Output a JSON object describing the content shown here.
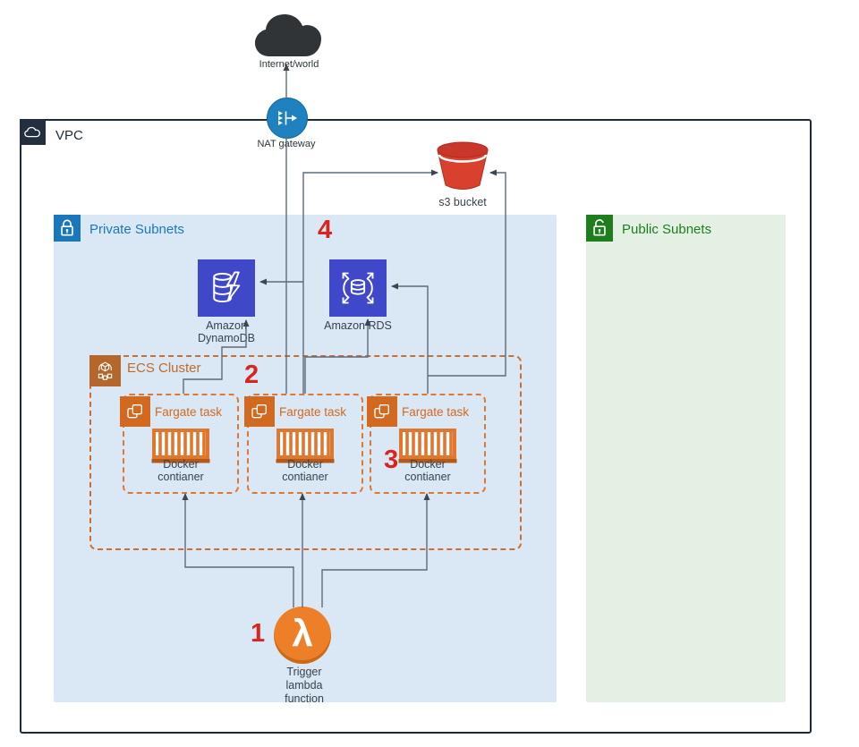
{
  "diagram": {
    "internet_label": "Internet/world",
    "nat_label": "NAT gateway",
    "vpc_label": "VPC",
    "s3_label": "s3 bucket",
    "private_subnets_label": "Private Subnets",
    "public_subnets_label": "Public Subnets",
    "dynamodb_label_line1": "Amazon",
    "dynamodb_label_line2": "DynamoDB",
    "rds_label": "Amazon RDS",
    "ecs_cluster_label": "ECS Cluster",
    "fargate_tasks": [
      {
        "title": "Fargate task",
        "container_line1": "Docker",
        "container_line2": "contianer"
      },
      {
        "title": "Fargate task",
        "container_line1": "Docker",
        "container_line2": "contianer"
      },
      {
        "title": "Fargate task",
        "container_line1": "Docker",
        "container_line2": "contianer"
      }
    ],
    "lambda_label_line1": "Trigger",
    "lambda_label_line2": "lambda",
    "lambda_label_line3": "function",
    "lambda_glyph": "λ",
    "steps": {
      "one": "1",
      "two": "2",
      "three": "3",
      "four": "4"
    },
    "colors": {
      "vpc_border": "#1D2B36",
      "private_blue": "#1B77B9",
      "private_fill": "#DAE8F5",
      "public_green": "#1E7E1E",
      "public_fill": "#E3F0E3",
      "aws_indigo": "#3E48C8",
      "nat_blue": "#1F82C0",
      "ecs_orange": "#B5672B",
      "fargate_orange": "#D2691E",
      "container_orange": "#E0772F",
      "lambda_orange": "#EC7F27",
      "s3_red": "#D9412E",
      "step_red": "#D9251D",
      "connector_gray": "#5C6B7A",
      "cloud_dark": "#303437"
    }
  }
}
